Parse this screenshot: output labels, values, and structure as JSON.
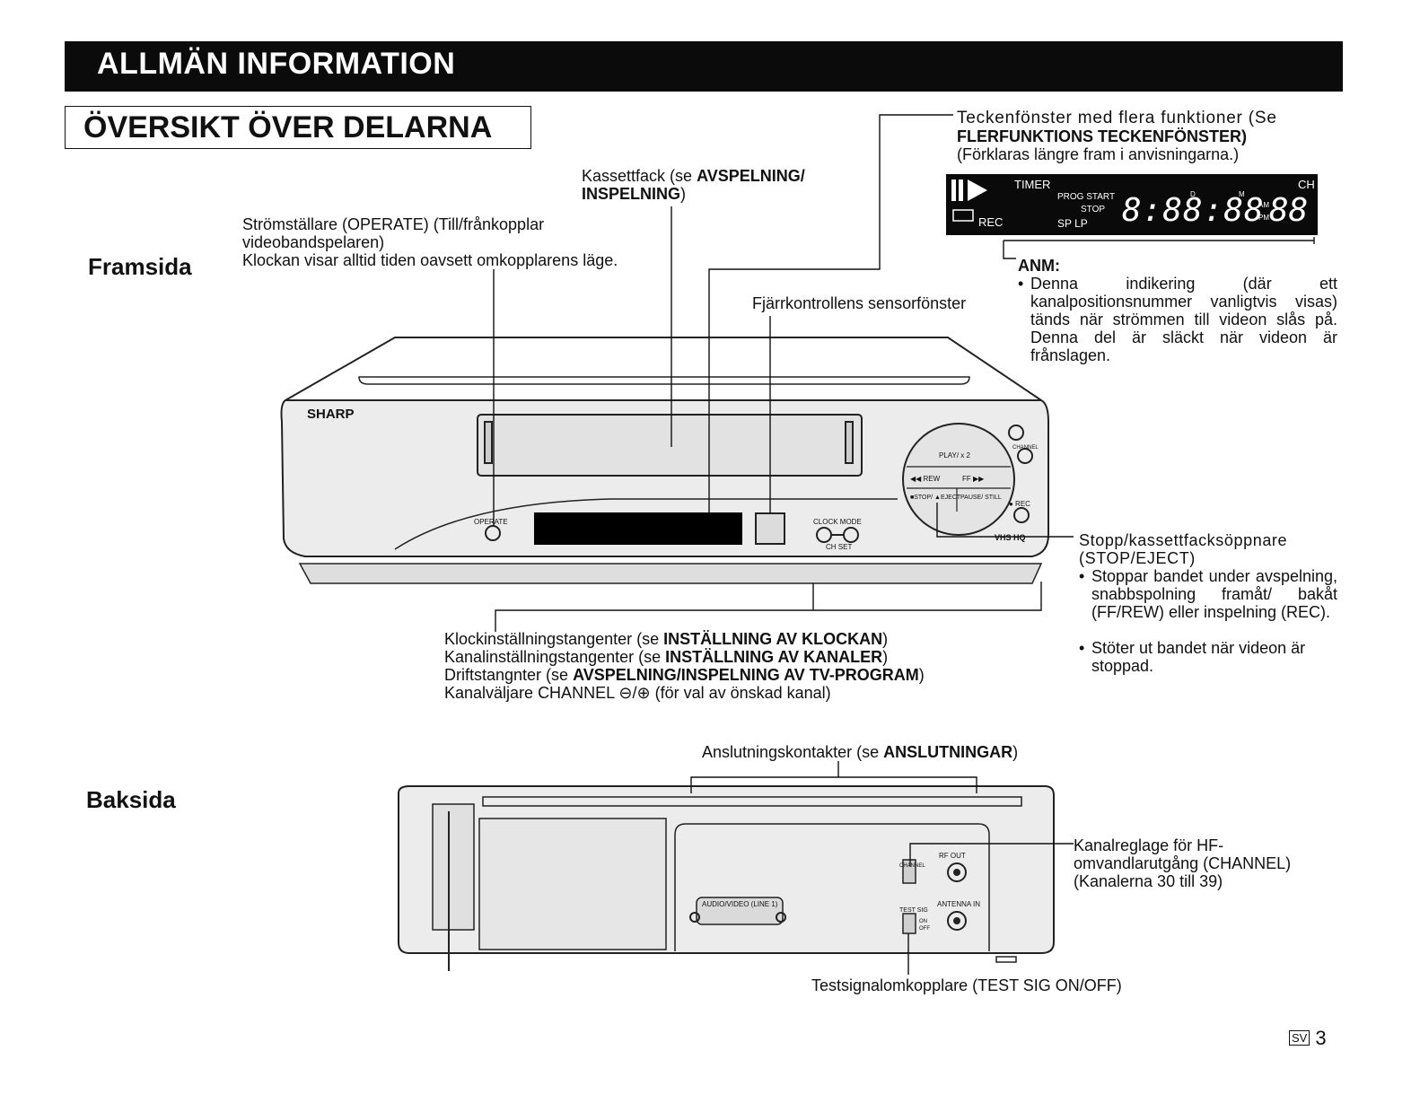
{
  "header": {
    "title": "ALLMÄN INFORMATION"
  },
  "section": {
    "title": "ÖVERSIKT ÖVER DELARNA"
  },
  "side_labels": {
    "front": "Framsida",
    "back": "Baksida"
  },
  "front": {
    "display_window": {
      "line1": "Teckenfönster med flera funktioner (Se",
      "line2": "FLERFUNKTIONS TECKENFÖNSTER)",
      "line3": "(Förklaras längre fram i anvisningarna.)"
    },
    "lcd": {
      "timer": "TIMER",
      "prog_start": "PROG START",
      "stop": "STOP",
      "rec": "REC",
      "sp_lp": "SP LP",
      "ch": "CH",
      "d": "D",
      "m": "M",
      "am": "AM",
      "pm": "PM",
      "digits": "8:88:88",
      "ch_digits": "88"
    },
    "cassette": {
      "line1_pre": "Kassettfack (se ",
      "line1_bold": "AVSPELNING/",
      "line2_bold": "INSPELNING",
      "line2_post": ")"
    },
    "operate": {
      "line1": "Strömställare (OPERATE) (Till/frånkopplar",
      "line2": "videobandspelaren)",
      "line3": "Klockan visar alltid tiden oavsett omkopplarens läge."
    },
    "remote_sensor": "Fjärrkontrollens sensorfönster",
    "anm": {
      "title": "ANM:",
      "bullet": "•",
      "text": "Denna indikering (där ett kanalpositionsnummer vanligtvis visas) tänds när strömmen till videon slås på. Denna del är släckt när videon är frånslagen."
    },
    "stop_eject": {
      "title": "Stopp/kassettfacksöppnare (STOP/EJECT)",
      "bullets": [
        "Stoppar bandet under avspelning, snabbspolning framåt/ bakåt (FF/REW) eller inspelning (REC).",
        "Stöter ut bandet när videon är stoppad."
      ]
    },
    "keys": {
      "line1_pre": "Klockinställningstangenter (se ",
      "line1_bold": "INSTÄLLNING AV KLOCKAN",
      "line1_post": ")",
      "line2_pre": "Kanalinställningstangenter (se ",
      "line2_bold": "INSTÄLLNING AV KANALER",
      "line2_post": ")",
      "line3_pre": "Driftstangnter (se ",
      "line3_bold": "AVSPELNING/INSPELNING AV TV-PROGRAM",
      "line3_post": ")",
      "line4": "Kanalväljare CHANNEL ⊖/⊕ (för val av önskad kanal)"
    },
    "device": {
      "brand": "SHARP",
      "operate": "OPERATE",
      "clock_mode": "CLOCK  MODE",
      "ch_set": "CH SET",
      "play": "PLAY/ x 2",
      "rew": "◀◀ REW",
      "ff": "FF ▶▶",
      "stop_eject": "■STOP/ ▲EJECT",
      "pause_still": "PAUSE/ STILL",
      "channel": "CHANNEL",
      "rec": "● REC",
      "vhs_hq": "VHS HQ"
    }
  },
  "back": {
    "connectors": {
      "pre": "Anslutningskontakter (se ",
      "bold": "ANSLUTNINGAR",
      "post": ")"
    },
    "channel_switch": {
      "line1": "Kanalreglage för HF-",
      "line2": "omvandlarutgång (CHANNEL)",
      "line3": "(Kanalerna 30 till 39)"
    },
    "test_signal": "Testsignalomkopplare (TEST SIG ON/OFF)",
    "device": {
      "audio_video": "AUDIO/VIDEO (LINE 1)",
      "rf_out": "RF OUT",
      "antenna_in": "ANTENNA IN",
      "channel": "CHANNEL",
      "test_sig": "TEST SIG",
      "on": "ON",
      "off": "OFF"
    }
  },
  "page": {
    "lang_badge": "SV",
    "number": "3"
  }
}
